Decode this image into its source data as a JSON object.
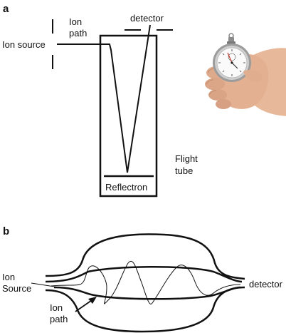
{
  "panel_a": {
    "letter": "a",
    "ion_path_line1": "Ion",
    "ion_path_line2": "path",
    "ion_source": "Ion source",
    "detector": "detector",
    "flight_tube_line1": "Flight",
    "flight_tube_line2": "tube",
    "reflectron": "Reflectron",
    "stopwatch_icon": "hand-holding-stopwatch"
  },
  "panel_b": {
    "letter": "b",
    "ion_source_line1": "Ion",
    "ion_source_line2": "Source",
    "detector": "detector",
    "ion_path_line1": "Ion",
    "ion_path_line2": "path"
  }
}
